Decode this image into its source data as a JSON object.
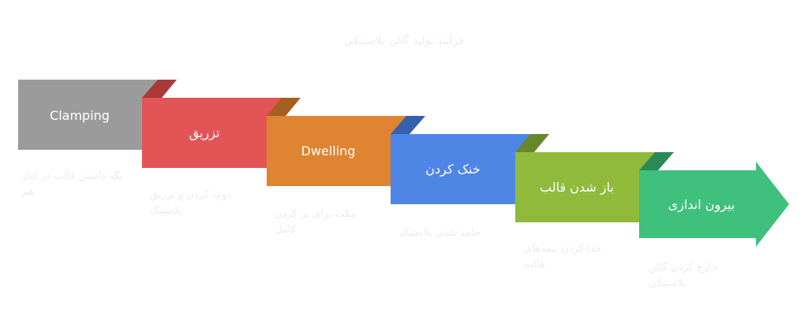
{
  "title": "فرآیند تولید گالن پلاستیکی",
  "steps": [
    {
      "label": "Clamping",
      "description": "نگه داشتن قالب در کنار هم",
      "color": "#9b9b9b",
      "dark": "#6f6f6f"
    },
    {
      "label": "تزریق",
      "description": "ذوب کردن و تزریق پلاستیک",
      "color": "#e35555",
      "dark": "#a93a3a"
    },
    {
      "label": "Dwelling",
      "description": "مکث برای پر کردن کامل",
      "color": "#df8430",
      "dark": "#a65f1e"
    },
    {
      "label": "خنک کردن",
      "description": "جامد شدن پلاستیک",
      "color": "#4f86e6",
      "dark": "#3561ae"
    },
    {
      "label": "باز شدن قالب",
      "description": "جدا کردن نیمه‌های قالب",
      "color": "#8fba3c",
      "dark": "#66882a"
    },
    {
      "label": "بیرون اندازی",
      "description": "خارج کردن گالن پلاستیکی",
      "color": "#3fc07d",
      "dark": "#2a8a57"
    }
  ]
}
